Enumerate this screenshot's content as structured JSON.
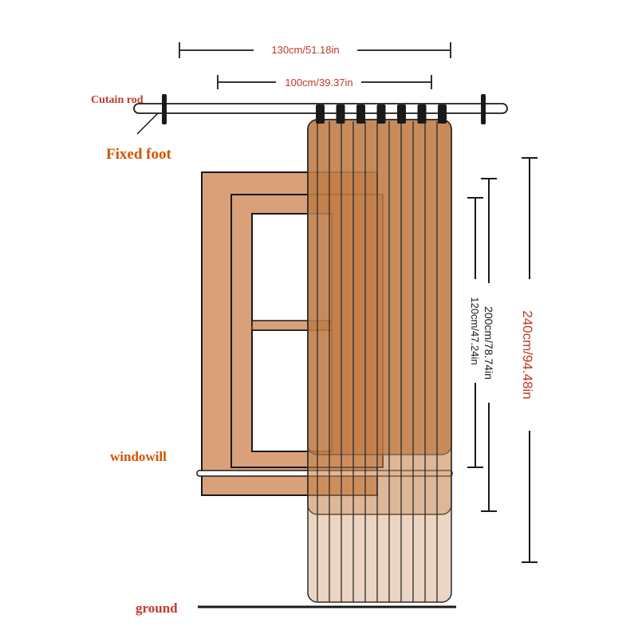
{
  "dimensions": {
    "rod_total": "130cm/51.18in",
    "curtain_width": "100cm/39.37in",
    "height_240": "240cm/94.48in",
    "height_200": "200cm/78.74in",
    "height_120": "120cm/47.24in"
  },
  "labels": {
    "rod": "Cutain rod",
    "fixed_foot": "Fixed foot",
    "window_sill": "windowill",
    "ground": "ground"
  },
  "colors": {
    "label_red": "#c0392b",
    "label_orange": "#d35400",
    "dimension_text": "#c0392b",
    "window_frame": "#d9a079",
    "curtain": "#b5703a",
    "outline": "#1a1a1a"
  }
}
